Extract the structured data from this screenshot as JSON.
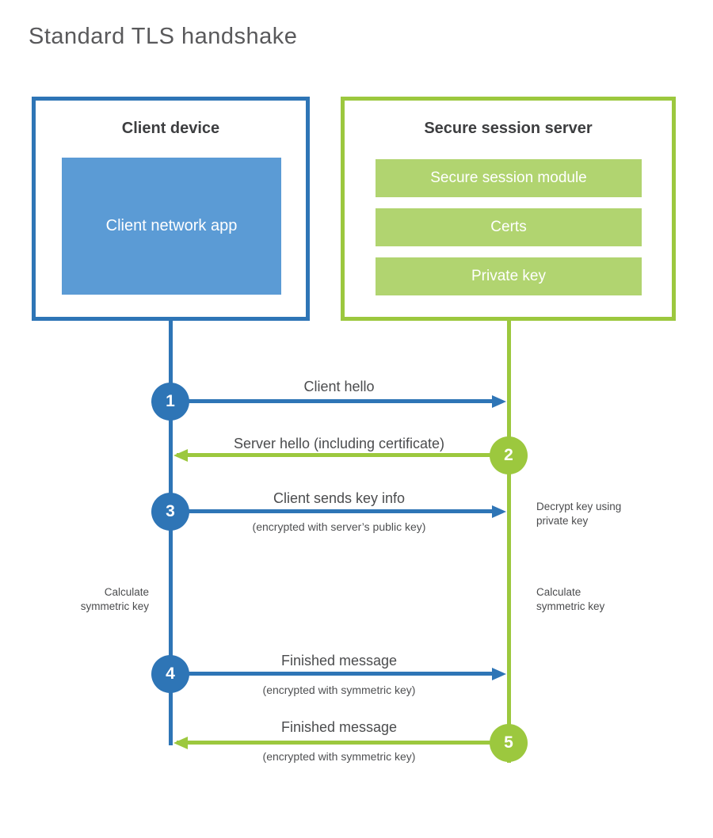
{
  "title": "Standard TLS handshake",
  "colors": {
    "blue": "#2e75b6",
    "blue_light": "#5b9bd5",
    "green": "#9cc83e",
    "green_light": "#b1d470",
    "heading_text": "#3d3e40",
    "label_text": "#4b4c4e"
  },
  "client": {
    "title": "Client device",
    "app_label": "Client network app"
  },
  "server": {
    "title": "Secure session server",
    "modules": [
      "Secure session module",
      "Certs",
      "Private key"
    ]
  },
  "steps": [
    {
      "number": "1",
      "label": "Client hello",
      "sublabel": "",
      "direction": "right",
      "color": "blue"
    },
    {
      "number": "2",
      "label": "Server hello (including certificate)",
      "sublabel": "",
      "direction": "left",
      "color": "green"
    },
    {
      "number": "3",
      "label": "Client sends key info",
      "sublabel": "(encrypted with server’s public key)",
      "direction": "right",
      "color": "blue"
    },
    {
      "number": "4",
      "label": "Finished message",
      "sublabel": "(encrypted with symmetric key)",
      "direction": "right",
      "color": "blue"
    },
    {
      "number": "5",
      "label": "Finished message",
      "sublabel": "(encrypted with symmetric key)",
      "direction": "left",
      "color": "green"
    }
  ],
  "annotations": {
    "decrypt": "Decrypt key using private key",
    "calculate_left": "Calculate symmetric key",
    "calculate_right": "Calculate symmetric key"
  }
}
